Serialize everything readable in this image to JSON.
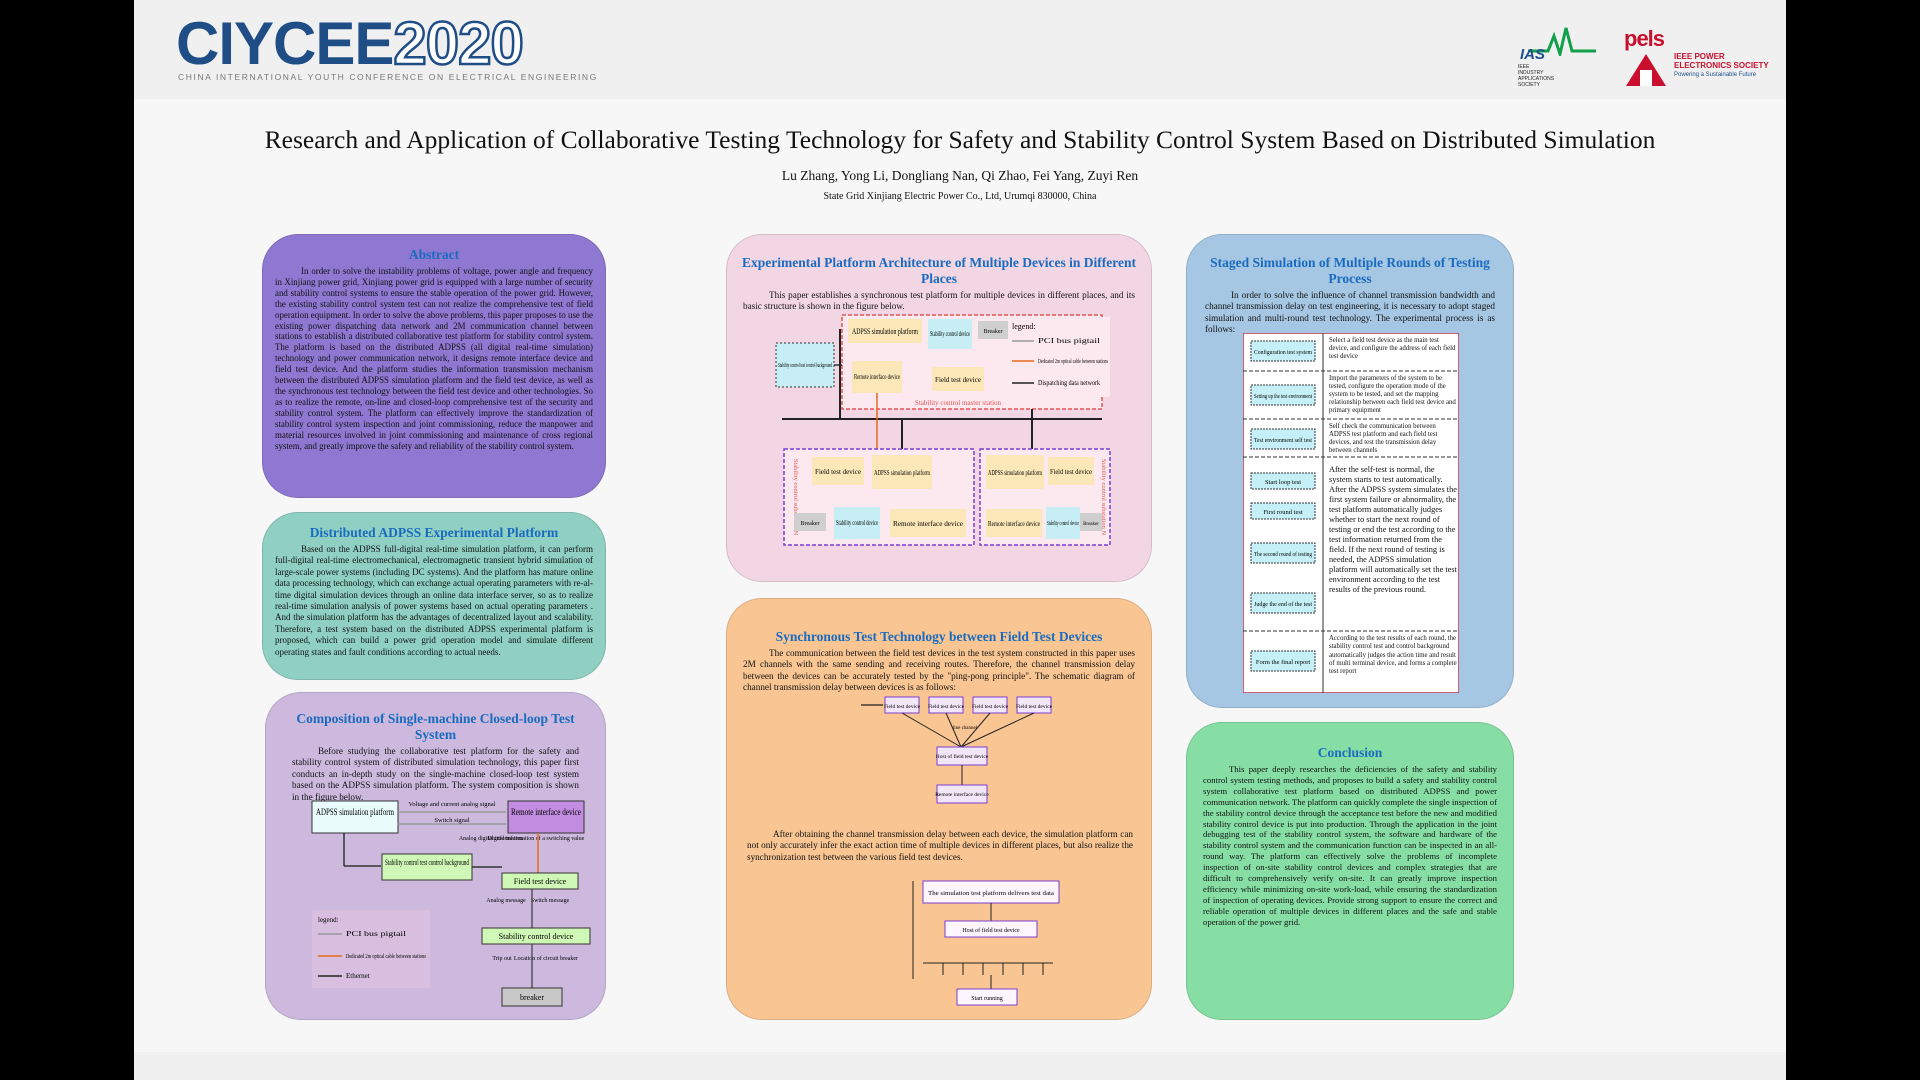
{
  "header": {
    "logo_a": "CIYCEE",
    "logo_b": "2020",
    "logo_sub": "China International Youth Conference on Electrical Engineering",
    "ias_word": "IAS",
    "ias_sub": "IEEE INDUSTRY APPLICATIONS SOCIETY",
    "pels_word": "pels",
    "pels_t1": "IEEE POWER",
    "pels_t2": "ELECTRONICS SOCIETY",
    "pels_t3": "Powering a Sustainable Future"
  },
  "title": "Research and Application of Collaborative Testing Technology for Safety and Stability Control System Based on Distributed Simulation",
  "authors": "Lu Zhang, Yong Li, Dongliang Nan, Qi Zhao, Fei Yang, Zuyi Ren",
  "affiliation": "State Grid Xinjiang Electric Power Co., Ltd, Urumqi 830000, China",
  "colors": {
    "abstract": "#8e78d2",
    "adpss": "#8fd0c2",
    "composition": "#cdb9de",
    "platform": "#f3d6e3",
    "sync": "#f9c593",
    "staged": "#a6c7e3",
    "conclusion": "#86dea5"
  },
  "abstract": {
    "title": "Abstract",
    "text": "In order to solve the instability problems of voltage, power angle and frequency in Xinjiang power grid, Xinjiang power grid is equipped with a large number of security and stability control systems to ensure the stable operation of the power grid. However, the existing stability control system test can not realize the comprehensive test of field operation equipment. In order to solve the above problems, this paper proposes to use the existing power dispatching data network and 2M communication channel between stations to establish a distributed collaborative test platform for stability control system. The platform is based on the distributed ADPSS (all digital real-time simulation) technology and power communication network, it designs remote interface device and field test device. And the platform studies the information transmission mechanism between the distributed ADPSS simulation platform and the field test device, as well as the synchronous test technology between the field test device and other technologies. So as to realize the remote, on-line and closed-loop comprehensive test of the security and stability control system. The platform can effectively improve the standardization of stability control system inspection and joint commissioning, reduce the manpower and material resources involved in joint commissioning and maintenance of cross regional system, and greatly improve the safety and reliability of the stability control system."
  },
  "adpss": {
    "title": "Distributed ADPSS Experimental Platform",
    "text": "Based on the ADPSS full-digital real-time simulation platform, it can perform full-digital real-time electromechanical, electromagnetic transient hybrid simulation of large-scale power systems (including DC systems). And the platform has mature online data processing technology, which can exchange actual operating parameters with re-al-time digital simulation devices through an online data interface server, so as to realize real-time simulation analysis of power systems based on actual operating parameters . And the simulation platform has the advantages of decentralized layout and scalability. Therefore, a test system based on the distributed ADPSS experimental platform is proposed, which can build a power grid operation model and simulate different operating states and fault conditions according to actual needs."
  },
  "composition": {
    "title": "Composition of Single-machine Closed-loop Test System",
    "text": "Before studying the collaborative test platform for the safety and stability control system of distributed simulation technology, this paper first conducts an in-depth study on the single-machine closed-loop test system based on the ADPSS simulation platform. The system composition is shown in the figure below.",
    "fig": {
      "adpss": "ADPSS simulation platform",
      "remote": "Remote interface device",
      "voltage": "Voltage and current analog signal",
      "switch": "Switch signal",
      "analog_digital": "Analog digital information",
      "digital_info": "Digital information of a switching value",
      "background": "Stability control test control background",
      "field": "Field test device",
      "analog_msg": "Analog message",
      "switch_msg": "Switch message",
      "legend": "legend:",
      "l1": "PCI bus pigtail",
      "l2": "Dedicated 2m optical cable between stations",
      "l3": "Ethernet",
      "scd": "Stability control device",
      "trip": "Trip out",
      "location": "Location of circuit breaker",
      "breaker": "breaker"
    }
  },
  "platform": {
    "title": "Experimental Platform Architecture of Multiple Devices in Different Places",
    "text": "This paper establishes a synchronous test platform for multiple devices in different places, and its basic structure is shown in the figure below.",
    "fig": {
      "adpss": "ADPSS simulation platform",
      "scd": "Stability control device",
      "breaker": "Breaker",
      "remote": "Remote interface device",
      "field": "Field test device",
      "master": "Stability control master station",
      "bg": "Stability control test control background",
      "legend": "legend:",
      "l1": "PCI bus pigtail",
      "l2": "Dedicated 2m optical cable between stations",
      "l3": "Dispatching data network",
      "sub1": "Stability control substation N",
      "sub2": "Stability control substation N"
    }
  },
  "sync": {
    "title": "Synchronous Test Technology between Field Test Devices",
    "text1": "The communication between the field test devices in the test system constructed in this paper uses 2M channels with the same sending and receiving routes. Therefore, the channel transmission delay between the devices can be accurately tested by the \"ping-pong principle\". The schematic diagram of channel transmission delay between devices is as follows:",
    "text2": "After obtaining the channel transmission delay between each device, the simulation platform can not only accurately infer the exact action time of multiple devices in different places, but also realize the synchronization test between the various field test devices.",
    "fig1": {
      "box": "Field test device",
      "host": "Host of field test device",
      "remote": "Remote interface device",
      "delay": "line channel"
    },
    "fig2": {
      "top": "The simulation test platform delivers test data",
      "host": "Host of field test device",
      "start": "Start running"
    }
  },
  "staged": {
    "title": "Staged Simulation of Multiple Rounds of Testing Process",
    "text": "In order to solve the influence of channel transmission bandwidth and channel transmission delay on test engineering, it is necessary to adopt staged simulation and multi-round test technology. The experimental process is as follows:",
    "rows": [
      {
        "left": "Configuration test system",
        "right": "Select a field test device as the main test device, and configure the address of each field test device"
      },
      {
        "left": "Setting up the test environment",
        "right": "Import the parameters of the system to be tested, configure the operation mode of the system to be tested, and set the mapping relationship between each field test device and primary equipment"
      },
      {
        "left": "Test environment self test",
        "right": "Self check the communication between ADPSS test platform and each field test devices, and test the transmission delay between channels"
      }
    ],
    "middle_steps": [
      "Start loop test",
      "First round test",
      "The second round of testing",
      "Judge the end of the test"
    ],
    "middle_text": "After the self-test is normal, the system starts to test automatically. After the ADPSS system simulates the first system failure or abnormality, the test platform automatically judges whether to start the next round of testing or end the test according to the test information returned from the field. If the next round of testing is needed, the ADPSS simulation platform will automatically set the test environment according to the test results of the previous round.",
    "last": {
      "left": "Form the final report",
      "right": "According to the test results of each round, the stability control test and control background automatically judges the action time and result of multi terminal device, and forms a complete test report"
    }
  },
  "conclusion": {
    "title": "Conclusion",
    "text": "This paper deeply researches the deficiencies of the safety and stability control system testing methods, and proposes to build a safety and stability control system collaborative test platform based on distributed ADPSS and power communication network. The platform can quickly complete the single inspection of the stability control device through the acceptance test before the new and modified stability control device is put into production. Through the application in the joint debugging test of the stability control system, the software and hardware of the stability control system and the communication function can be inspected in an all-round way. The platform can effectively solve the problems of incomplete inspection of on-site stability control devices and complex strategies that are difficult to comprehensively verify on-site. It can greatly improve inspection efficiency while minimizing on-site work-load, while ensuring the standardization of inspection of operating devices. Provide strong support to ensure the correct and reliable operation of multiple devices in different places and the safe and stable operation of the power grid."
  }
}
